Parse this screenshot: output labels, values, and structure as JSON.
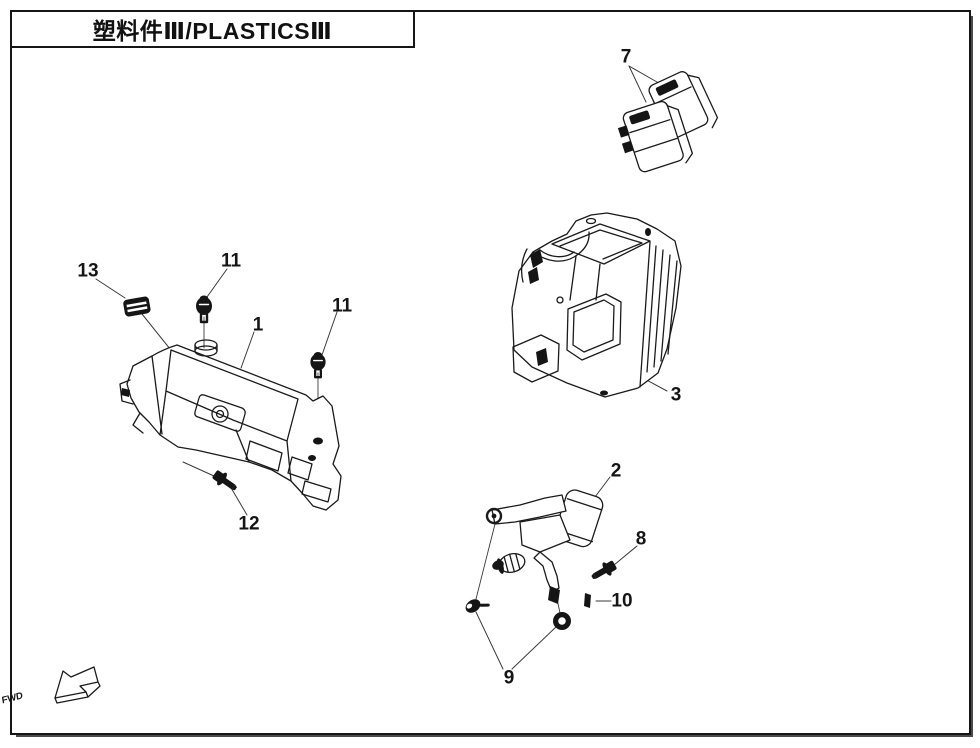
{
  "page": {
    "title": "塑料件Ⅲ/PLASTICSⅢ"
  },
  "direction_indicator": {
    "label": "FWD"
  },
  "callouts": [
    {
      "label": "7"
    },
    {
      "label": "13"
    },
    {
      "label": "11"
    },
    {
      "label": "1"
    },
    {
      "label": "11"
    },
    {
      "label": "3"
    },
    {
      "label": "12"
    },
    {
      "label": "2"
    },
    {
      "label": "8"
    },
    {
      "label": "10"
    },
    {
      "label": "9"
    }
  ]
}
